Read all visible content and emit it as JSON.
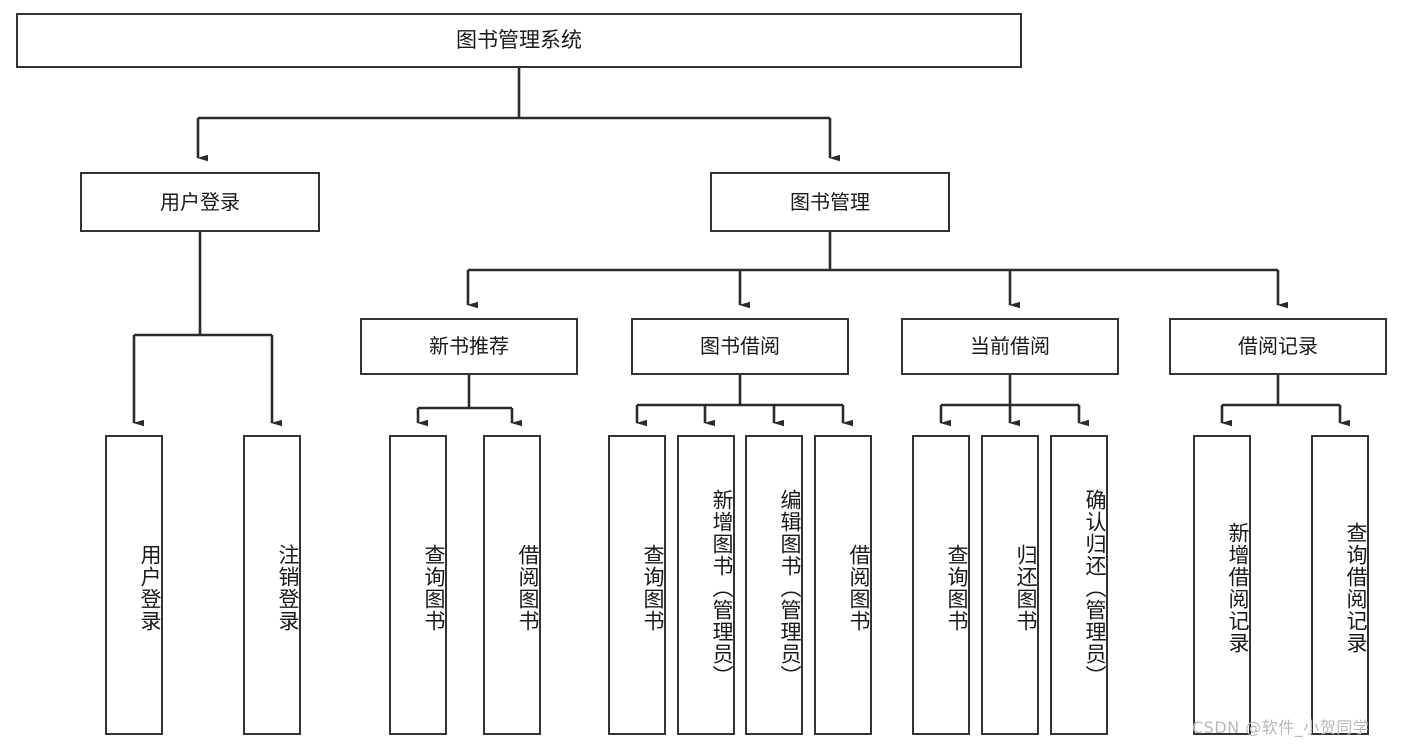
{
  "diagram": {
    "type": "tree",
    "title": "图书管理系统",
    "root": {
      "label": "图书管理系统"
    },
    "level2": [
      {
        "label": "用户登录"
      },
      {
        "label": "图书管理"
      }
    ],
    "level3": [
      {
        "label": "新书推荐"
      },
      {
        "label": "图书借阅"
      },
      {
        "label": "当前借阅"
      },
      {
        "label": "借阅记录"
      }
    ],
    "leaves": [
      {
        "label": "用户登录",
        "parent": "用户登录"
      },
      {
        "label": "注销登录",
        "parent": "用户登录"
      },
      {
        "label": "查询图书",
        "parent": "新书推荐"
      },
      {
        "label": "借阅图书",
        "parent": "新书推荐"
      },
      {
        "label": "查询图书",
        "parent": "图书借阅"
      },
      {
        "label": "新增图书（管理员）",
        "parent": "图书借阅"
      },
      {
        "label": "编辑图书（管理员）",
        "parent": "图书借阅"
      },
      {
        "label": "借阅图书",
        "parent": "图书借阅"
      },
      {
        "label": "查询图书",
        "parent": "当前借阅"
      },
      {
        "label": "归还图书",
        "parent": "当前借阅"
      },
      {
        "label": "确认归还（管理员）",
        "parent": "当前借阅"
      },
      {
        "label": "新增借阅记录",
        "parent": "借阅记录"
      },
      {
        "label": "查询借阅记录",
        "parent": "借阅记录"
      }
    ]
  },
  "watermark": {
    "text": "CSDN @软件_小贺同学"
  },
  "colors": {
    "background": "#ffffff",
    "box_border": "#333333",
    "text": "#1a1a1a",
    "connector": "#2b2b2b",
    "watermark": "#b9b9b9"
  }
}
